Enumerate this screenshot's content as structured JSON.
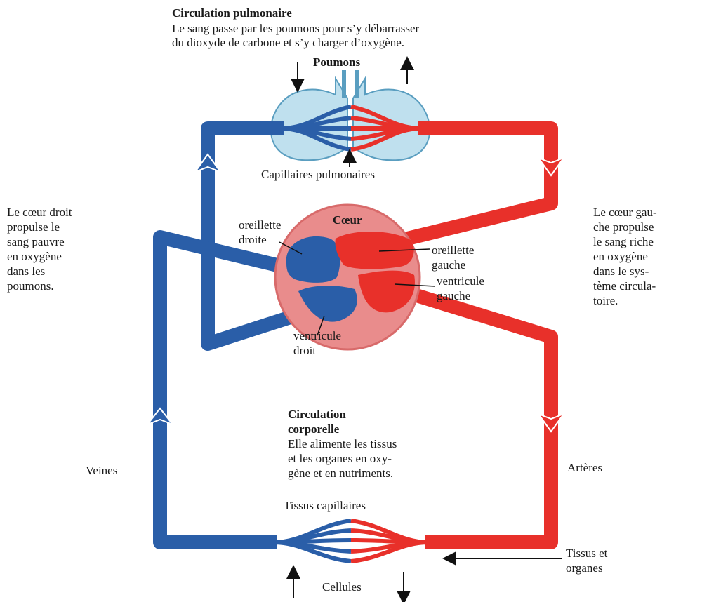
{
  "pulmonary": {
    "title": "Circulation pulmonaire",
    "desc_1": "Le sang passe par les poumons pour s’y débarrasser",
    "desc_2": "du dioxyde de carbone et s’y charger d’oxygène."
  },
  "lungs": {
    "label": "Poumons",
    "capillaries_label": "Capillaires pulmonaires"
  },
  "heart": {
    "title": "Cœur",
    "right_atrium_1": "oreillette",
    "right_atrium_2": "droite",
    "left_atrium_1": "oreillette",
    "left_atrium_2": "gauche",
    "left_ventricle_1": "ventricule",
    "left_ventricle_2": "gauche",
    "right_ventricle_1": "ventricule",
    "right_ventricle_2": "droit"
  },
  "left_note": [
    "Le cœur droit",
    "propulse le",
    "sang pauvre",
    "en oxygène",
    "dans les",
    "poumons."
  ],
  "right_note": [
    "Le cœur gau-",
    "che propulse",
    "le sang riche",
    "en oxygène",
    "dans le sys-",
    "tème circula-",
    "toire."
  ],
  "systemic": {
    "title_1": "Circulation",
    "title_2": "corporelle",
    "desc": [
      "Elle alimente les tissus",
      "et les organes en oxy-",
      "gène et en nutriments."
    ]
  },
  "veins_label": "Veines",
  "arteries_label": "Artères",
  "tissue_capillaries_label": "Tissus capillaires",
  "tissues_organs": [
    "Tissus et",
    "organes"
  ],
  "cells_label": "Cellules",
  "colors": {
    "venous": "#2a5ea8",
    "arterial": "#e8302a",
    "lung": "#bfe0ee",
    "heart_wall": "#e98c8c"
  }
}
